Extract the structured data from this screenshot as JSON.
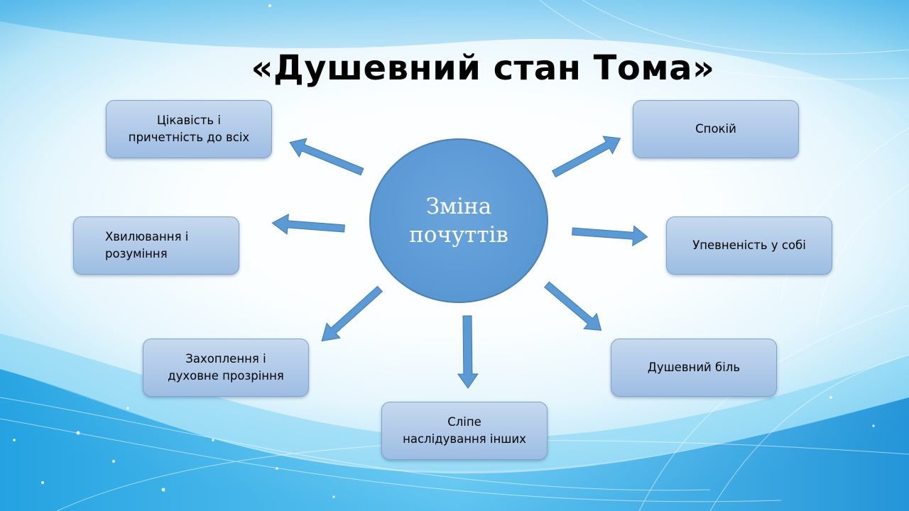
{
  "title": "«Душевний стан Тома»",
  "center": {
    "label": "Зміна\nпочуттів"
  },
  "nodes": {
    "top_left": "Цікавість і\nпричетність до всіх",
    "mid_left": "Хвилювання і\nрозуміння",
    "bottom_left": "Захоплення і\nдуховне прозріння",
    "bottom": "Сліпе\nнаслідування інших",
    "top_right": "Спокій",
    "mid_right": "Упевненість у собі",
    "bottom_right": "Душевний біль"
  },
  "colors": {
    "box_fill": "#aec8e8",
    "circle_fill": "#5b9bd5",
    "arrow_fill": "#5b9bd5"
  }
}
